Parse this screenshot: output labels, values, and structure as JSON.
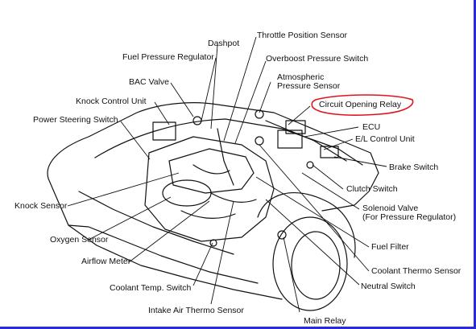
{
  "labels": {
    "throttle_position_sensor": "Throttle Position Sensor",
    "dashpot": "Dashpot",
    "fuel_pressure_regulator": "Fuel Pressure Regulator",
    "overboost_pressure_switch": "Overboost Pressure Switch",
    "bac_valve": "BAC Valve",
    "atmospheric_1": "Atmospheric",
    "atmospheric_2": "Pressure Sensor",
    "knock_control_unit": "Knock Control Unit",
    "circuit_opening_relay": "Circuit Opening Relay",
    "power_steering_switch": "Power Steering Switch",
    "ecu": "ECU",
    "el_control_unit": "E/L Control Unit",
    "brake_switch": "Brake Switch",
    "clutch_switch": "Clutch Switch",
    "knock_sensor": "Knock Sensor",
    "solenoid_valve_1": "Solenoid Valve",
    "solenoid_valve_2": "(For Pressure Regulator)",
    "oxygen_sensor": "Oxygen Sensor",
    "fuel_filter": "Fuel Filter",
    "airflow_meter": "Airflow Meter",
    "coolant_thermo_sensor": "Coolant Thermo Sensor",
    "coolant_temp_switch": "Coolant Temp. Switch",
    "neutral_switch": "Neutral Switch",
    "intake_air_thermo_sensor": "Intake Air Thermo Sensor",
    "main_relay": "Main Relay"
  },
  "colors": {
    "ink": "#111111",
    "highlight": "#e0141e",
    "frame_edge": "#2b2bd6"
  }
}
